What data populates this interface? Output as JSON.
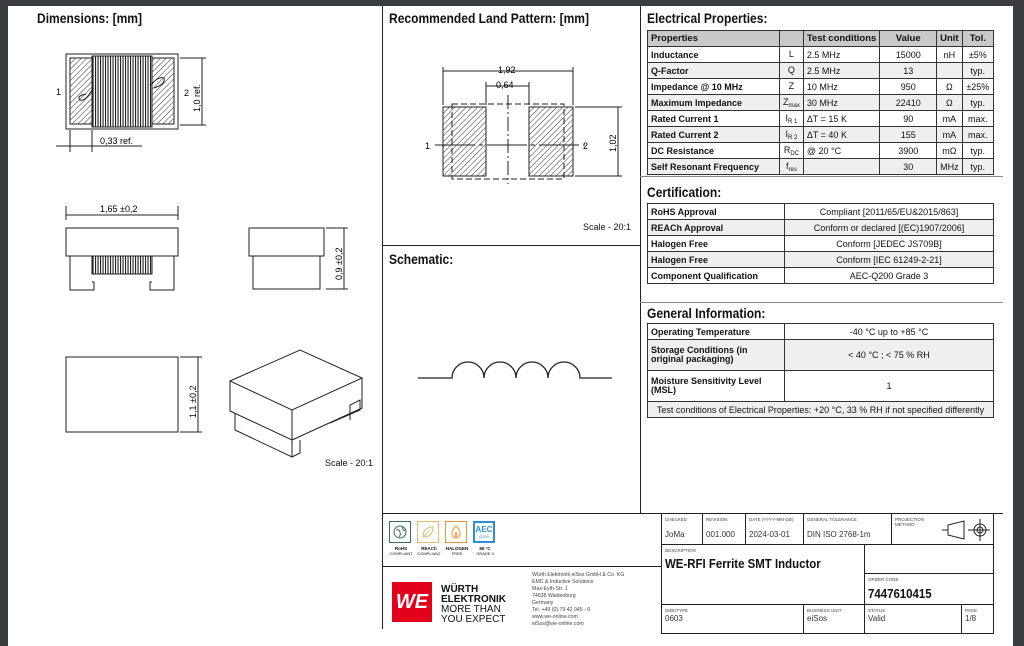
{
  "dimensions": {
    "title": "Dimensions: [mm]",
    "pin1": "1",
    "pin2": "2",
    "height_ref": "1,0 ref.",
    "terminal_ref": "0,33 ref.",
    "length": "1,65 ±0,2",
    "thickness": "0,9 ±0,2",
    "width": "1,1 ±0,2",
    "scale": "Scale - 20:1"
  },
  "land_pattern": {
    "title": "Recommended Land Pattern: [mm]",
    "overall": "1,92",
    "gap": "0,64",
    "height": "1,02",
    "pin1": "1",
    "pin2": "2",
    "scale": "Scale - 20:1"
  },
  "schematic": {
    "title": "Schematic:"
  },
  "electrical": {
    "title": "Electrical Properties:",
    "headers": [
      "Properties",
      "",
      "Test conditions",
      "Value",
      "Unit",
      "Tol."
    ],
    "rows": [
      {
        "prop": "Inductance",
        "sym": "L",
        "sub": "",
        "cond": "2.5 MHz",
        "value": "15000",
        "unit": "nH",
        "tol": "±5%"
      },
      {
        "prop": "Q-Factor",
        "sym": "Q",
        "sub": "",
        "cond": "2.5 MHz",
        "value": "13",
        "unit": "",
        "tol": "typ."
      },
      {
        "prop": "Impedance @ 10 MHz",
        "sym": "Z",
        "sub": "",
        "cond": "10 MHz",
        "value": "950",
        "unit": "Ω",
        "tol": "±25%"
      },
      {
        "prop": "Maximum Impedance",
        "sym": "Z",
        "sub": "max",
        "cond": "30 MHz",
        "value": "22410",
        "unit": "Ω",
        "tol": "typ."
      },
      {
        "prop": "Rated Current 1",
        "sym": "I",
        "sub": "R 1",
        "cond": "ΔT = 15 K",
        "value": "90",
        "unit": "mA",
        "tol": "max."
      },
      {
        "prop": "Rated Current 2",
        "sym": "I",
        "sub": "R 2",
        "cond": "ΔT = 40 K",
        "value": "155",
        "unit": "mA",
        "tol": "max."
      },
      {
        "prop": "DC Resistance",
        "sym": "R",
        "sub": "DC",
        "cond": "@ 20 °C",
        "value": "3900",
        "unit": "mΩ",
        "tol": "typ."
      },
      {
        "prop": "Self Resonant Frequency",
        "sym": "f",
        "sub": "res",
        "cond": "",
        "value": "30",
        "unit": "MHz",
        "tol": "typ."
      }
    ]
  },
  "certification": {
    "title": "Certification:",
    "rows": [
      {
        "k": "RoHS Approval",
        "v": "Compliant [2011/65/EU&2015/863]"
      },
      {
        "k": "REACh Approval",
        "v": "Conform or declared [(EC)1907/2006]"
      },
      {
        "k": "Halogen Free",
        "v": "Conform [JEDEC JS709B]"
      },
      {
        "k": "Halogen Free",
        "v": "Conform [IEC 61249-2-21]"
      },
      {
        "k": "Component Qualification",
        "v": "AEC-Q200 Grade 3"
      }
    ]
  },
  "general": {
    "title": "General Information:",
    "rows": [
      {
        "k": "Operating Temperature",
        "v": "-40 °C up to +85 °C"
      },
      {
        "k": "Storage Conditions (in original packaging)",
        "v": "< 40 °C ; < 75 % RH"
      },
      {
        "k": "Moisture Sensitivity Level (MSL)",
        "v": "1"
      }
    ],
    "note": "Test conditions of Electrical Properties: +20 °C, 33 % RH if not specified differently"
  },
  "badges": [
    {
      "label": "RoHS",
      "sub": "COMPLIANT",
      "color": "#3d6b55"
    },
    {
      "label": "REACh",
      "sub": "COMPLIANT",
      "color": "#d8c070"
    },
    {
      "label": "HALOGEN",
      "sub": "FREE",
      "color": "#e8923a"
    },
    {
      "label": "85 °C",
      "sub": "GRADE 3",
      "color": "#2a8fd8",
      "aec": "AEC",
      "aec_sub": "Q200"
    }
  ],
  "company": {
    "logo": "WE",
    "name1": "WÜRTH",
    "name2": "ELEKTRONIK",
    "slogan1": "MORE THAN",
    "slogan2": "YOU EXPECT",
    "brand_color": "#e2001a",
    "address": [
      "Würth Elektronik eiSos GmbH & Co. KG",
      "EMC & Inductive Solutions",
      "Max-Eyth-Str. 1",
      "74638 Waldenburg",
      "Germany",
      "Tel. +49 (0) 79 42 945 - 0",
      "www.we-online.com",
      "eiSos@we-online.com"
    ]
  },
  "titleblock": {
    "checked_label": "CHECKED",
    "checked": "JoMa",
    "revision_label": "REVISION",
    "revision": "001.000",
    "date_label": "DATE (YYYY-MM-DD)",
    "date": "2024-03-01",
    "tolerance_label": "GENERAL TOLERANCE",
    "tolerance": "DIN ISO 2768-1m",
    "projection_label": "PROJECTION METHOD",
    "description_label": "DESCRIPTION",
    "description": "WE-RFI Ferrite SMT Inductor",
    "order_label": "ORDER CODE",
    "order_code": "7447610415",
    "size_label": "SIZE/TYPE",
    "size": "0603",
    "unit_label": "BUSINESS UNIT",
    "unit": "eiSos",
    "status_label": "STATUS",
    "status": "Valid",
    "page_label": "PAGE",
    "page": "1/8"
  }
}
